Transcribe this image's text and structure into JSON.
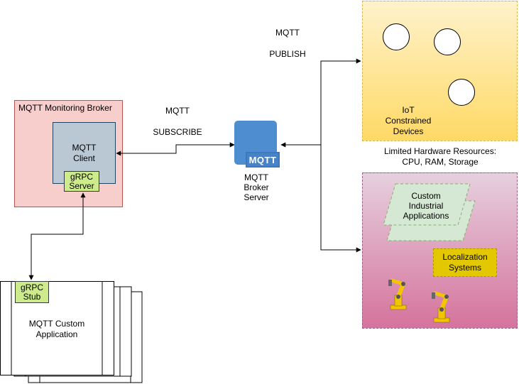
{
  "labels": {
    "mqtt_publish_line1": "MQTT",
    "mqtt_publish_line2": "PUBLISH",
    "mqtt_subscribe_line1": "MQTT",
    "mqtt_subscribe_line2": "SUBSCRIBE",
    "limited_resources_line1": "Limited Hardware Resources:",
    "limited_resources_line2": "CPU, RAM, Storage"
  },
  "monitoring_broker": {
    "title": "MQTT Monitoring Broker",
    "client_line1": "MQTT",
    "client_line2": "Client",
    "grpc_server_line1": "gRPC",
    "grpc_server_line2": "Server"
  },
  "broker_server": {
    "icon_text": "MQTT",
    "label_line1": "MQTT",
    "label_line2": "Broker",
    "label_line3": "Server"
  },
  "iot_devices": {
    "line1": "IoT",
    "line2": "Constrained",
    "line3": "Devices"
  },
  "industrial": {
    "apps_line1": "Custom",
    "apps_line2": "Industrial",
    "apps_line3": "Applications",
    "localization_line1": "Localization",
    "localization_line2": "Systems"
  },
  "custom_app": {
    "grpc_stub_line1": "gRPC",
    "grpc_stub_line2": "Stub",
    "label_line1": "MQTT Custom",
    "label_line2": "Application"
  },
  "colors": {
    "monitoring_fill": "#f8cecc",
    "monitoring_stroke": "#b85450",
    "client_fill": "#bac8d3",
    "grpc_fill": "#cdeb8b",
    "broker_blue": "#4d8dd0",
    "iot_fill_top": "#fff2cc",
    "iot_fill_bottom": "#ffd966",
    "industrial_fill_top": "#e6d0de",
    "industrial_fill_bottom": "#d5739d",
    "apps_fill": "#d5e8d4",
    "localization_fill": "#e3c800",
    "robot_yellow": "#f2c500"
  }
}
